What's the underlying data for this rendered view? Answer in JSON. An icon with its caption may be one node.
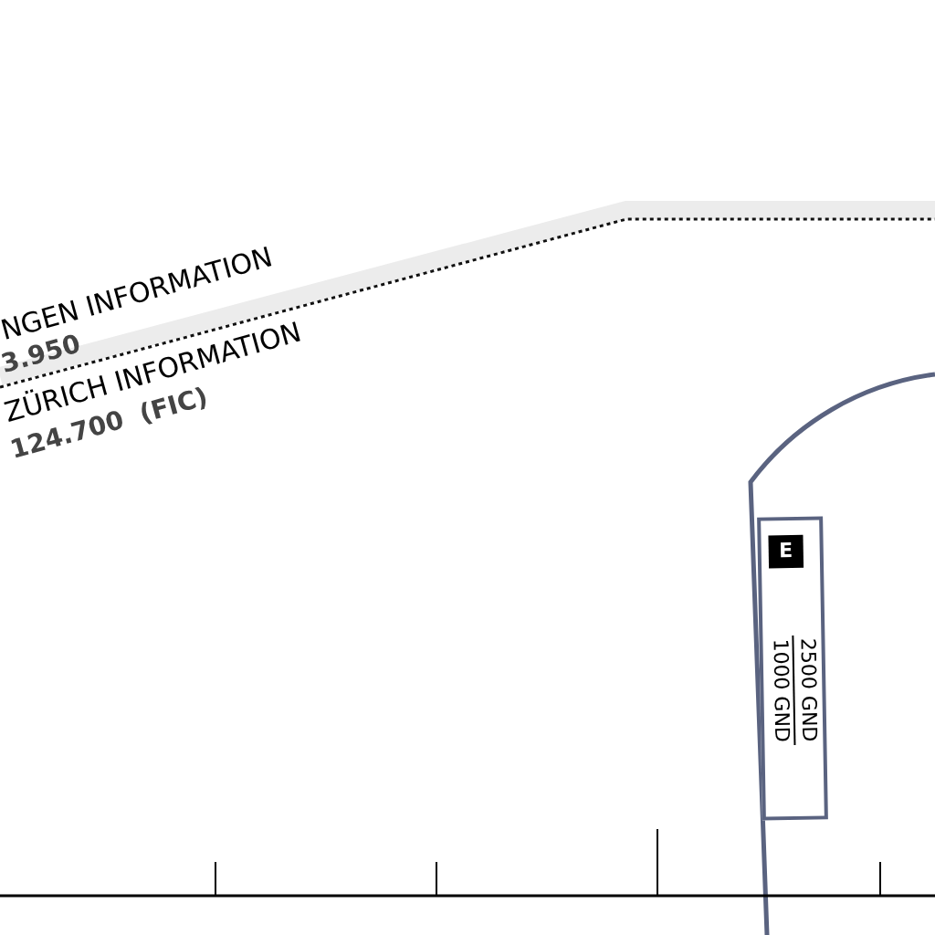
{
  "diagram": {
    "nodes": [
      {
        "text": [
          "E",
          "2500 GND",
          "1000 GND"
        ]
      }
    ],
    "labels": [
      "NGEN INFORMATION",
      "3.950",
      "ZÜRICH INFORMATION",
      "124.700  (FIC)"
    ]
  }
}
